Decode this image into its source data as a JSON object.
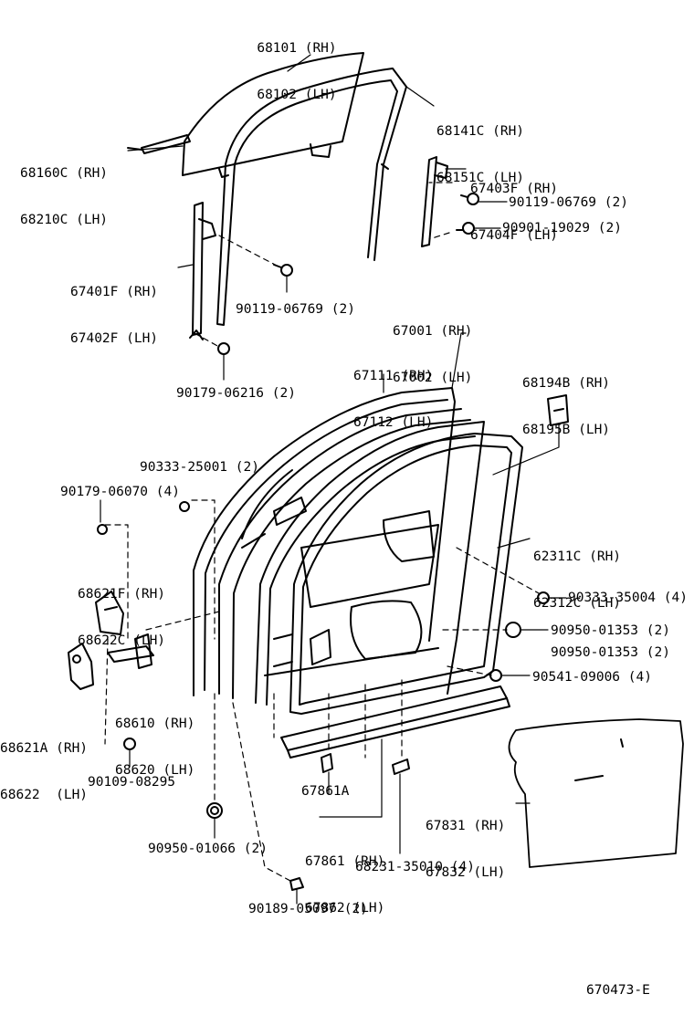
{
  "labels": {
    "glass": [
      "68101 (RH)",
      "68102 (LH)"
    ],
    "run_channel": [
      "68141C (RH)",
      "68151C (LH)"
    ],
    "glass_guide": [
      "68160C (RH)",
      "68210C (LH)"
    ],
    "rear_channel": [
      "67403F (RH)",
      "67404F (LH)"
    ],
    "bolt_upper_right": "90119-06769 (2)",
    "screw_right": "90901-19029 (2)",
    "front_channel": [
      "67401F (RH)",
      "67402F (LH)"
    ],
    "bolt_center": "90119-06769 (2)",
    "nut_lower": "90179-06216 (2)",
    "door_panel": [
      "67001 (RH)",
      "67002 (LH)"
    ],
    "frame": [
      "67111 (RH)",
      "67112 (LH)"
    ],
    "retainer": [
      "68194B (RH)",
      "68195B (LH)"
    ],
    "plug_upper": "90333-25001 (2)",
    "nut_hinge": "90179-06070 (4)",
    "weatherstrip": [
      "62311C (RH)",
      "62312C (LH)"
    ],
    "hinge_upper": [
      "68621F (RH)",
      "68622C (LH)"
    ],
    "plug_right": "90333-35004 (4)",
    "hole_plug_a": "90950-01353 (2)",
    "hole_plug_b": "90950-01353 (2)",
    "clip": "90541-09006 (4)",
    "check": [
      "68610 (RH)",
      "68620 (LH)"
    ],
    "hinge_lower": [
      "68621A (RH)",
      "68622  (LH)"
    ],
    "bolt_hinge": "90109-08295",
    "moulding_clip": "67861A",
    "service_cover": [
      "67831 (RH)",
      "67832 (LH)"
    ],
    "moulding": [
      "67861 (RH)",
      "67862 (LH)"
    ],
    "grommet": "90950-01066 (2)",
    "retainer_clip": "68231-35010 (4)",
    "nut_bottom": "90189-05097 (2)",
    "figure_id": "670473-E"
  }
}
